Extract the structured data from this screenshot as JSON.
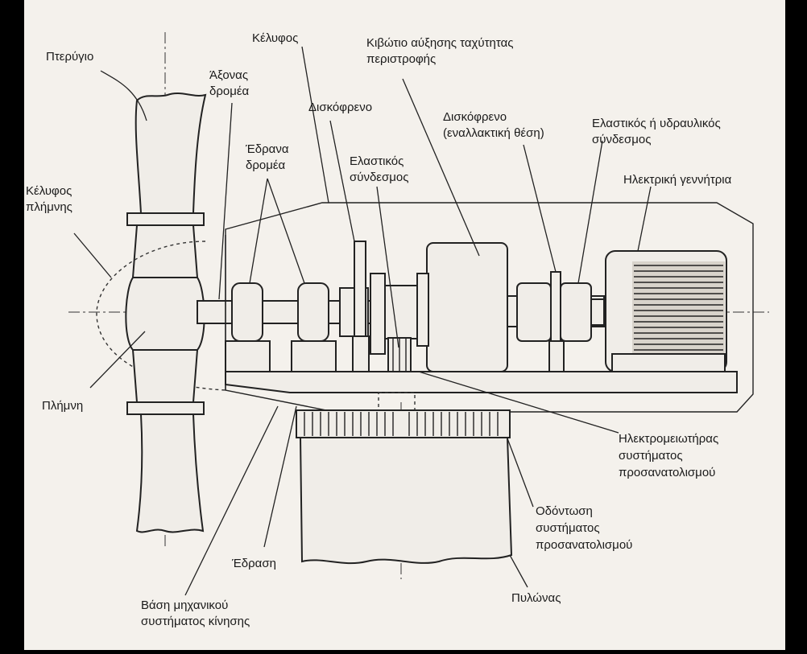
{
  "labels": {
    "blade": "Πτερύγιο",
    "rotor_shaft": [
      "Άξονας",
      "δρομέα"
    ],
    "nacelle": "Κέλυφος",
    "gearbox": [
      "Κιβώτιο αύξησης ταχύτητας",
      "περιστροφής"
    ],
    "disc_brake": "Δισκόφρενο",
    "disc_brake_alt": [
      "Δισκόφρενο",
      "(εναλλακτική θέση)"
    ],
    "elastic_or_hydraulic_coupling": [
      "Ελαστικός ή υδραυλικός",
      "σύνδεσμος"
    ],
    "rotor_bearings": [
      "Έδρανα",
      "δρομέα"
    ],
    "elastic_coupling": [
      "Ελαστικός",
      "σύνδεσμος"
    ],
    "generator": "Ηλεκτρική γεννήτρια",
    "hub_cover": [
      "Κέλυφος",
      "πλήμνης"
    ],
    "hub": "Πλήμνη",
    "yaw_motor": [
      "Ηλεκτρομειωτήρας",
      "συστήματος",
      "προσανατολισμού"
    ],
    "yaw_gear": [
      "Οδόντωση",
      "συστήματος",
      "προσανατολισμού"
    ],
    "seat": "Έδραση",
    "tower": "Πυλώνας",
    "drive_base": [
      "Βάση μηχανικού",
      "συστήματος κίνησης"
    ]
  }
}
